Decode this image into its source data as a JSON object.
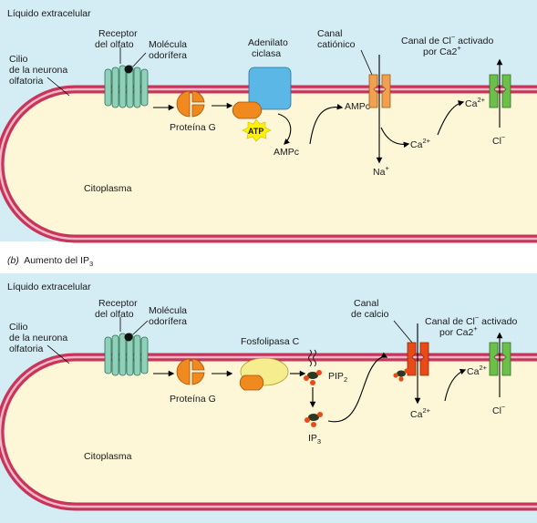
{
  "panel_a": {
    "extracellular": "Líquido extracelular",
    "receptor": [
      "Receptor",
      "del olfato"
    ],
    "odorant": [
      "Molécula",
      "odorífera"
    ],
    "adenylate": [
      "Adenilato",
      "ciclasa"
    ],
    "cation_channel": [
      "Canal",
      "catiónico"
    ],
    "cl_channel_1a": "Canal de Cl",
    "cl_channel_1_sup": "−",
    "cl_channel_1b": " activado",
    "cl_channel_2": "por Ca2",
    "cl_channel_2_sup": "+",
    "cilium": [
      "Cilio",
      "de la neurona",
      "olfatoria"
    ],
    "g_protein": "Proteína G",
    "atp": "ATP",
    "campc_1": "AMPc",
    "campc_2": "AMPc",
    "ca_1": "Ca",
    "ca_1_sup": "2+",
    "ca_2": "Ca",
    "ca_2_sup": "2+",
    "na": "Na",
    "na_sup": "+",
    "cl": "Cl",
    "cl_sup": "−",
    "cytoplasm": "Citoplasma"
  },
  "panel_b": {
    "caption_letter": "(b)",
    "caption_text": "Aumento del IP",
    "caption_sub": "3",
    "extracellular": "Líquido extracelular",
    "receptor": [
      "Receptor",
      "del olfato"
    ],
    "odorant": [
      "Molécula",
      "odorífera"
    ],
    "phospholipase": "Fosfolipasa C",
    "ca_channel": [
      "Canal",
      "de calcio"
    ],
    "cl_channel_1a": "Canal de Cl",
    "cl_channel_1_sup": "−",
    "cl_channel_1b": " activado",
    "cl_channel_2": "por Ca2",
    "cl_channel_2_sup": "+",
    "cilium": [
      "Cilio",
      "de la neurona",
      "olfatoria"
    ],
    "g_protein": "Proteína G",
    "pip": "PIP",
    "pip_sub": "2",
    "ip": "IP",
    "ip_sub": "3",
    "ca_1": "Ca",
    "ca_1_sup": "2+",
    "ca_2": "Ca",
    "ca_2_sup": "2+",
    "cl": "Cl",
    "cl_sup": "−",
    "cytoplasm": "Citoplasma"
  },
  "colors": {
    "extracellular": "#d4ecf4",
    "cytoplasm": "#fdf7d8",
    "membrane_outer": "#c8345a",
    "membrane_inner": "#f2b8c8",
    "receptor": "#8fd1b8",
    "g_protein": "#f08a1e",
    "adenylate": "#5bb8e6",
    "phospholipase": "#f6ee8e",
    "channel_orange": "#f0a050",
    "channel_red": "#e84a18",
    "channel_green": "#6cbf4a",
    "atp": "#fff200"
  }
}
